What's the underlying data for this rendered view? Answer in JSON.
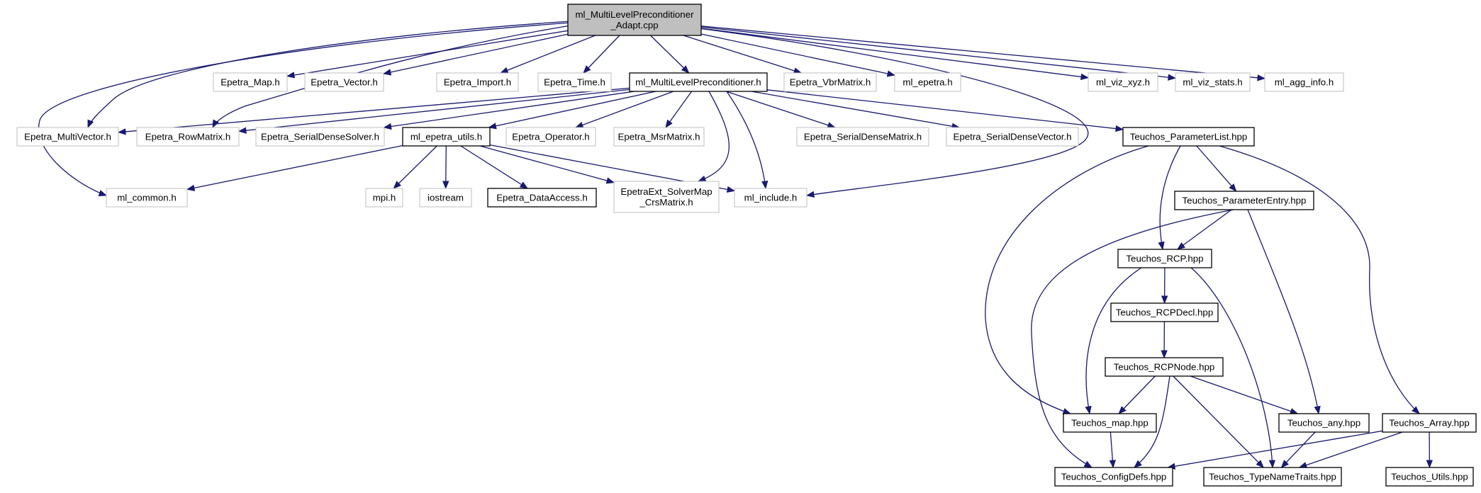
{
  "colors": {
    "edge": "#191970",
    "root_fill": "#bfbfbf",
    "documented_border": "#000000",
    "undocumented_border": "#bfbfbf"
  },
  "nodes": [
    {
      "id": "root",
      "label": "ml_MultiLevelPreconditioner\n_Adapt.cpp",
      "kind": "root"
    },
    {
      "id": "epetra_map",
      "label": "Epetra_Map.h",
      "kind": "plain"
    },
    {
      "id": "epetra_vector",
      "label": "Epetra_Vector.h",
      "kind": "plain"
    },
    {
      "id": "epetra_import",
      "label": "Epetra_Import.h",
      "kind": "plain"
    },
    {
      "id": "epetra_time",
      "label": "Epetra_Time.h",
      "kind": "plain"
    },
    {
      "id": "ml_mlp",
      "label": "ml_MultiLevelPreconditioner.h",
      "kind": "documented"
    },
    {
      "id": "epetra_vbr",
      "label": "Epetra_VbrMatrix.h",
      "kind": "plain"
    },
    {
      "id": "ml_epetra",
      "label": "ml_epetra.h",
      "kind": "plain"
    },
    {
      "id": "ml_viz_xyz",
      "label": "ml_viz_xyz.h",
      "kind": "plain"
    },
    {
      "id": "ml_viz_stats",
      "label": "ml_viz_stats.h",
      "kind": "plain"
    },
    {
      "id": "ml_agg_info",
      "label": "ml_agg_info.h",
      "kind": "plain"
    },
    {
      "id": "epetra_mv",
      "label": "Epetra_MultiVector.h",
      "kind": "plain"
    },
    {
      "id": "epetra_row",
      "label": "Epetra_RowMatrix.h",
      "kind": "plain"
    },
    {
      "id": "epetra_sds",
      "label": "Epetra_SerialDenseSolver.h",
      "kind": "plain"
    },
    {
      "id": "ml_epetra_utils",
      "label": "ml_epetra_utils.h",
      "kind": "documented"
    },
    {
      "id": "epetra_op",
      "label": "Epetra_Operator.h",
      "kind": "plain"
    },
    {
      "id": "epetra_msr",
      "label": "Epetra_MsrMatrix.h",
      "kind": "plain"
    },
    {
      "id": "epetra_sdm",
      "label": "Epetra_SerialDenseMatrix.h",
      "kind": "plain"
    },
    {
      "id": "epetra_sdv",
      "label": "Epetra_SerialDenseVector.h",
      "kind": "plain"
    },
    {
      "id": "teuchos_pl",
      "label": "Teuchos_ParameterList.hpp",
      "kind": "documented"
    },
    {
      "id": "ml_common",
      "label": "ml_common.h",
      "kind": "plain"
    },
    {
      "id": "mpi",
      "label": "mpi.h",
      "kind": "plain"
    },
    {
      "id": "iostream",
      "label": "iostream",
      "kind": "plain"
    },
    {
      "id": "epetra_da",
      "label": "Epetra_DataAccess.h",
      "kind": "documented"
    },
    {
      "id": "epetraext",
      "label": "EpetraExt_SolverMap\n_CrsMatrix.h",
      "kind": "plain"
    },
    {
      "id": "ml_include",
      "label": "ml_include.h",
      "kind": "plain"
    },
    {
      "id": "teuchos_pe",
      "label": "Teuchos_ParameterEntry.hpp",
      "kind": "documented"
    },
    {
      "id": "teuchos_rcp",
      "label": "Teuchos_RCP.hpp",
      "kind": "documented"
    },
    {
      "id": "teuchos_rcpdecl",
      "label": "Teuchos_RCPDecl.hpp",
      "kind": "documented"
    },
    {
      "id": "teuchos_rcpnode",
      "label": "Teuchos_RCPNode.hpp",
      "kind": "documented"
    },
    {
      "id": "teuchos_map",
      "label": "Teuchos_map.hpp",
      "kind": "documented"
    },
    {
      "id": "teuchos_any",
      "label": "Teuchos_any.hpp",
      "kind": "documented"
    },
    {
      "id": "teuchos_array",
      "label": "Teuchos_Array.hpp",
      "kind": "documented"
    },
    {
      "id": "teuchos_config",
      "label": "Teuchos_ConfigDefs.hpp",
      "kind": "documented"
    },
    {
      "id": "teuchos_tnt",
      "label": "Teuchos_TypeNameTraits.hpp",
      "kind": "documented"
    },
    {
      "id": "teuchos_utils",
      "label": "Teuchos_Utils.hpp",
      "kind": "documented"
    }
  ],
  "edges": [
    [
      "root",
      "epetra_map"
    ],
    [
      "root",
      "epetra_vector"
    ],
    [
      "root",
      "epetra_import"
    ],
    [
      "root",
      "epetra_time"
    ],
    [
      "root",
      "ml_mlp"
    ],
    [
      "root",
      "epetra_vbr"
    ],
    [
      "root",
      "ml_epetra"
    ],
    [
      "root",
      "ml_viz_xyz"
    ],
    [
      "root",
      "ml_viz_stats"
    ],
    [
      "root",
      "ml_agg_info"
    ],
    [
      "root",
      "epetra_mv"
    ],
    [
      "root",
      "epetra_row"
    ],
    [
      "root",
      "ml_common"
    ],
    [
      "root",
      "ml_include"
    ],
    [
      "ml_mlp",
      "epetra_mv"
    ],
    [
      "ml_mlp",
      "epetra_row"
    ],
    [
      "ml_mlp",
      "epetra_sds"
    ],
    [
      "ml_mlp",
      "ml_epetra_utils"
    ],
    [
      "ml_mlp",
      "epetra_op"
    ],
    [
      "ml_mlp",
      "epetra_msr"
    ],
    [
      "ml_mlp",
      "epetra_sdm"
    ],
    [
      "ml_mlp",
      "epetra_sdv"
    ],
    [
      "ml_mlp",
      "teuchos_pl"
    ],
    [
      "ml_mlp",
      "epetraext"
    ],
    [
      "ml_mlp",
      "ml_include"
    ],
    [
      "ml_epetra_utils",
      "ml_common"
    ],
    [
      "ml_epetra_utils",
      "mpi"
    ],
    [
      "ml_epetra_utils",
      "iostream"
    ],
    [
      "ml_epetra_utils",
      "epetra_da"
    ],
    [
      "ml_epetra_utils",
      "epetraext"
    ],
    [
      "ml_epetra_utils",
      "ml_include"
    ],
    [
      "teuchos_pl",
      "teuchos_pe"
    ],
    [
      "teuchos_pl",
      "teuchos_rcp"
    ],
    [
      "teuchos_pl",
      "teuchos_map"
    ],
    [
      "teuchos_pl",
      "teuchos_array"
    ],
    [
      "teuchos_pe",
      "teuchos_rcp"
    ],
    [
      "teuchos_pe",
      "teuchos_any"
    ],
    [
      "teuchos_pe",
      "teuchos_config"
    ],
    [
      "teuchos_rcp",
      "teuchos_rcpdecl"
    ],
    [
      "teuchos_rcp",
      "teuchos_map"
    ],
    [
      "teuchos_rcp",
      "teuchos_tnt"
    ],
    [
      "teuchos_rcpdecl",
      "teuchos_rcpnode"
    ],
    [
      "teuchos_rcpnode",
      "teuchos_map"
    ],
    [
      "teuchos_rcpnode",
      "teuchos_any"
    ],
    [
      "teuchos_rcpnode",
      "teuchos_config"
    ],
    [
      "teuchos_rcpnode",
      "teuchos_tnt"
    ],
    [
      "teuchos_map",
      "teuchos_config"
    ],
    [
      "teuchos_any",
      "teuchos_tnt"
    ],
    [
      "teuchos_array",
      "teuchos_config"
    ],
    [
      "teuchos_array",
      "teuchos_tnt"
    ],
    [
      "teuchos_array",
      "teuchos_utils"
    ]
  ]
}
